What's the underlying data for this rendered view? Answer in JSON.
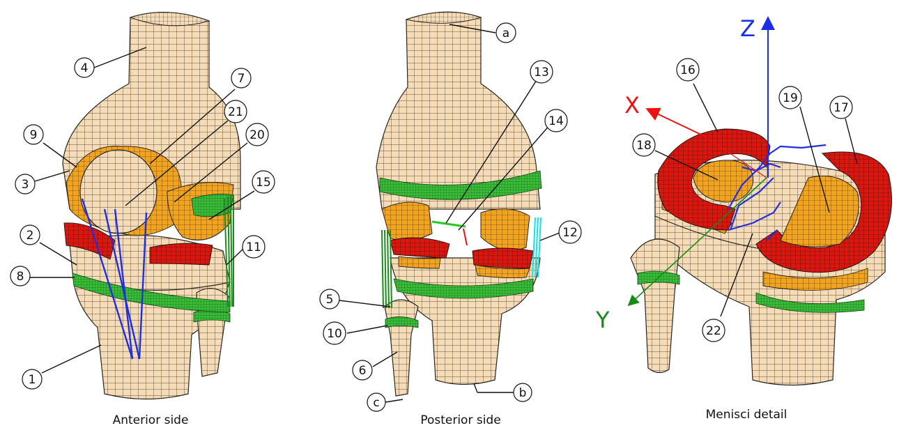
{
  "captions": {
    "anterior": "Anterior side",
    "posterior": "Posterior side",
    "menisci": "Menisci detail"
  },
  "anterior_labels": [
    "1",
    "2",
    "3",
    "4",
    "7",
    "8",
    "9",
    "11",
    "15",
    "20",
    "21"
  ],
  "posterior_labels": [
    "a",
    "b",
    "c",
    "5",
    "6",
    "10",
    "12",
    "13",
    "14"
  ],
  "menisci_labels": [
    "16",
    "17",
    "18",
    "19",
    "22"
  ],
  "axes": {
    "x": "X",
    "y": "Y",
    "z": "Z"
  },
  "colors": {
    "bone": "#f6dcb6",
    "mesh_line": "#2a2520",
    "cartilage": "#f5a31a",
    "meniscus": "#d9170f",
    "ligament_blue": "#1f2fe0",
    "ligament_green": "#1e8a1e",
    "green_layer": "#34c234",
    "cyan": "#19e0e6",
    "axis_x": "#ee1111",
    "axis_y": "#178a17",
    "axis_z": "#1a2ee6"
  }
}
